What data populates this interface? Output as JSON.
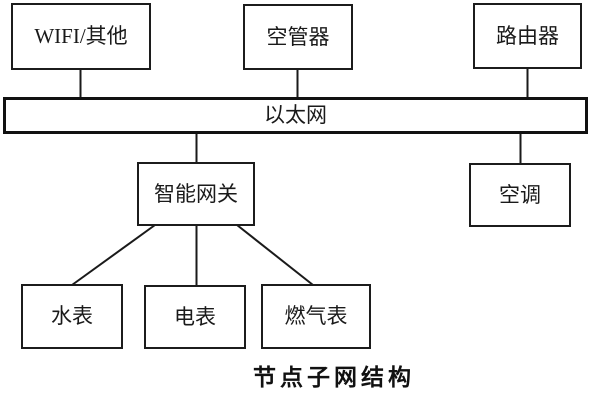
{
  "diagram": {
    "caption": "节点子网结构",
    "bus": {
      "label": "以太网"
    },
    "nodes": {
      "wifi": {
        "label": "WIFI/其他"
      },
      "air_manager": {
        "label": "空管器"
      },
      "router": {
        "label": "路由器"
      },
      "gateway": {
        "label": "智能网关"
      },
      "air_conditioner": {
        "label": "空调"
      },
      "water_meter": {
        "label": "水表"
      },
      "electric_meter": {
        "label": "电表"
      },
      "gas_meter": {
        "label": "燃气表"
      }
    },
    "edges": [
      {
        "from": "wifi",
        "to": "ethernet_bus"
      },
      {
        "from": "air_manager",
        "to": "ethernet_bus"
      },
      {
        "from": "router",
        "to": "ethernet_bus"
      },
      {
        "from": "ethernet_bus",
        "to": "gateway"
      },
      {
        "from": "ethernet_bus",
        "to": "air_conditioner"
      },
      {
        "from": "gateway",
        "to": "water_meter"
      },
      {
        "from": "gateway",
        "to": "electric_meter"
      },
      {
        "from": "gateway",
        "to": "gas_meter"
      }
    ],
    "colors": {
      "line": "#1a1a1a",
      "background": "#ffffff"
    }
  }
}
